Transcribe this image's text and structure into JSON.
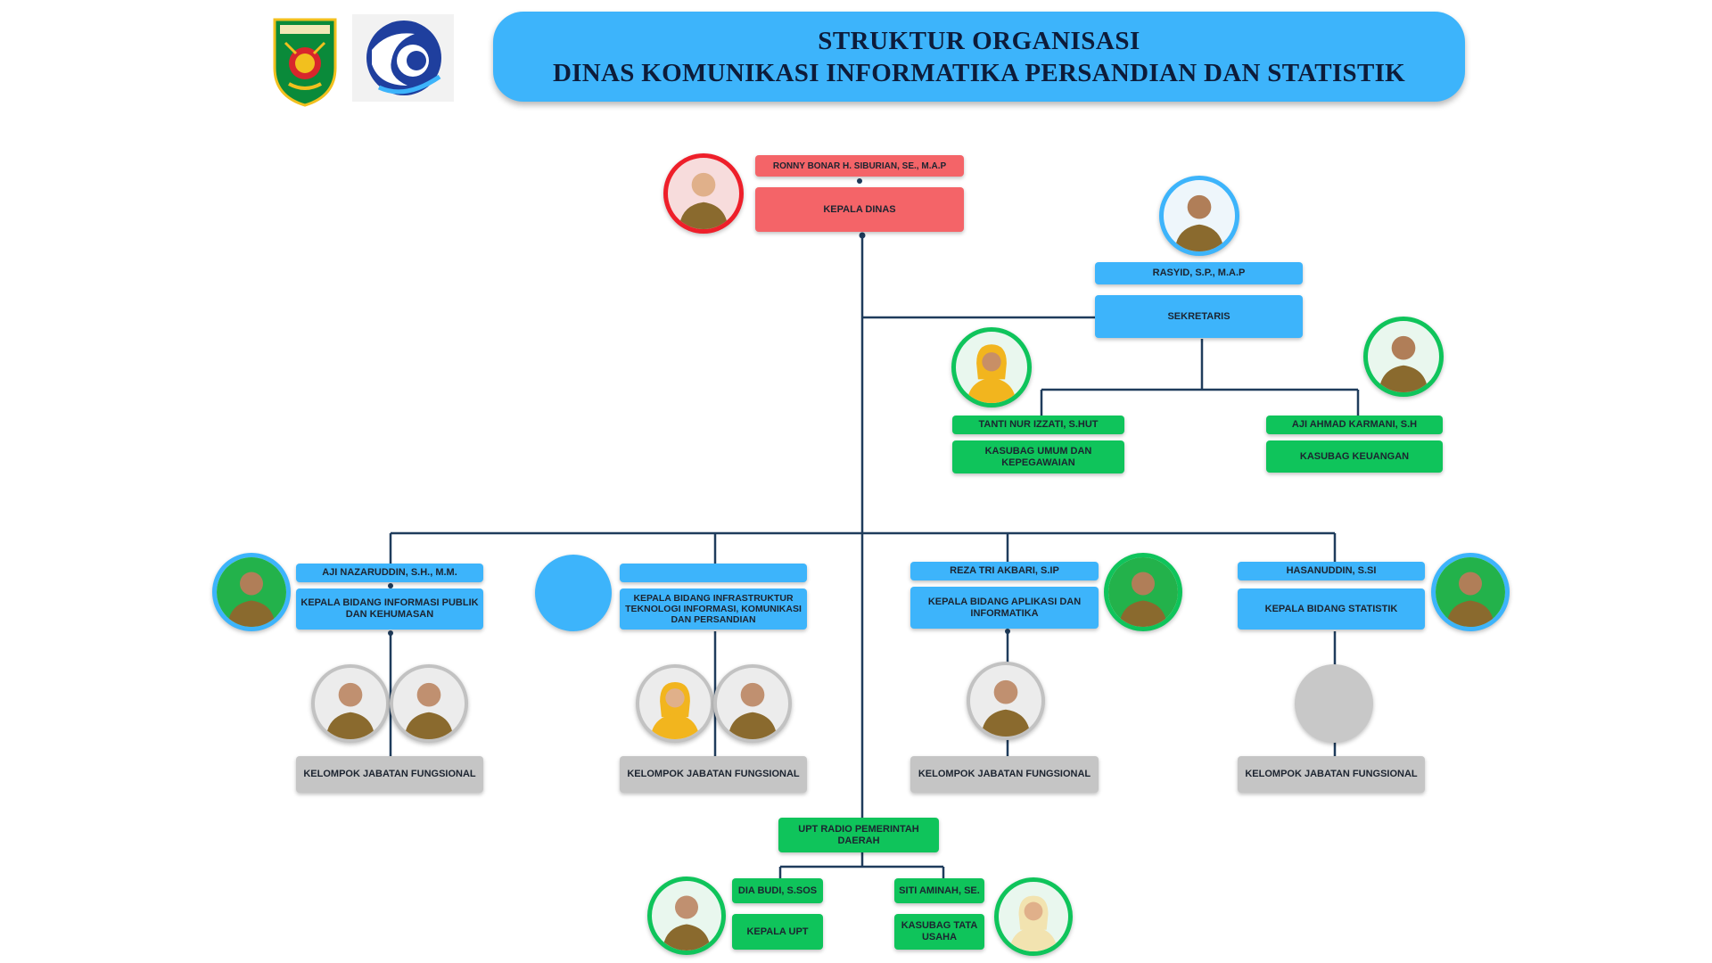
{
  "header": {
    "title_line1": "STRUKTUR ORGANISASI",
    "title_line2": "DINAS KOMUNIKASI INFORMATIKA PERSANDIAN DAN STATISTIK",
    "logo_left": "regional-government-crest-icon",
    "logo_right": "kominfo-wave-logo-icon"
  },
  "colors": {
    "head": "#f46468",
    "secretariat": "#3db4fb",
    "subdivision": "#0fc45b",
    "functional": "#c5c5c5",
    "connector": "#1f3c5c"
  },
  "kepala_dinas": {
    "name": "RONNY BONAR H. SIBURIAN, SE., M.A.P",
    "position": "KEPALA DINAS"
  },
  "sekretaris": {
    "name": "RASYID, S.P., M.A.P",
    "position": "SEKRETARIS"
  },
  "kasubag_umum": {
    "name": "TANTI NUR IZZATI, S.Hut",
    "position": "KASUBAG UMUM DAN KEPEGAWAIAN"
  },
  "kasubag_keuangan": {
    "name": "AJI AHMAD KARMANI, S.H",
    "position": "KASUBAG KEUANGAN"
  },
  "bidang": [
    {
      "name": "AJI NAZARUDDIN, S.H., M.M.",
      "position": "KEPALA BIDANG INFORMASI PUBLIK DAN KEHUMASAN",
      "group": "KELOMPOK JABATAN FUNGSIONAL"
    },
    {
      "name": "",
      "position": "KEPALA BIDANG INFRASTRUKTUR TEKNOLOGI INFORMASI, KOMUNIKASI DAN PERSANDIAN",
      "group": "KELOMPOK JABATAN FUNGSIONAL"
    },
    {
      "name": "REZA TRI AKBARI, S.IP",
      "position": "KEPALA BIDANG APLIKASI DAN INFORMATIKA",
      "group": "KELOMPOK JABATAN FUNGSIONAL"
    },
    {
      "name": "HASANUDDIN, S.Si",
      "position": "KEPALA BIDANG STATISTIK",
      "group": "KELOMPOK JABATAN FUNGSIONAL"
    }
  ],
  "upt": {
    "title": "UPT RADIO PEMERINTAH DAERAH",
    "kepala": {
      "name": "DIA BUDI, S.Sos",
      "position": "KEPALA UPT"
    },
    "kasubag": {
      "name": "SITI AMINAH, SE.",
      "position": "KASUBAG TATA USAHA"
    }
  }
}
